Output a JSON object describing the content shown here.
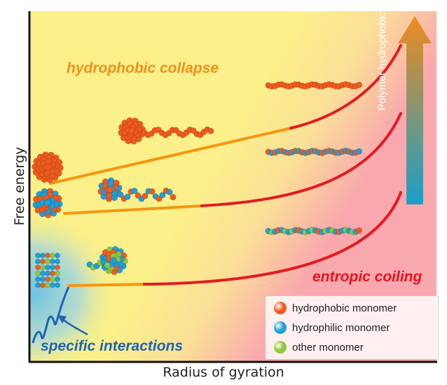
{
  "axes": {
    "y_label": "Free energy",
    "x_label": "Radius of gyration"
  },
  "regions": {
    "collapse": {
      "label": "hydrophobic collapse",
      "color": "#f0901e"
    },
    "coiling": {
      "label": "entropic coiling",
      "color": "#e8141e"
    },
    "specific": {
      "label": "specific interactions",
      "color": "#1e64b4"
    }
  },
  "arrow": {
    "label": "Polymer hydrophobicity",
    "top_color": "#f08a1e",
    "bottom_color": "#1aa0c8"
  },
  "legend": [
    {
      "label": "hydrophobic monomer",
      "color": "#f05a1e"
    },
    {
      "label": "hydrophilic monomer",
      "color": "#1e9fd8"
    },
    {
      "label": "other monomer",
      "color": "#8cc83c"
    }
  ],
  "curve_colors": {
    "orange": "#f5960f",
    "red": "#e31b23"
  }
}
